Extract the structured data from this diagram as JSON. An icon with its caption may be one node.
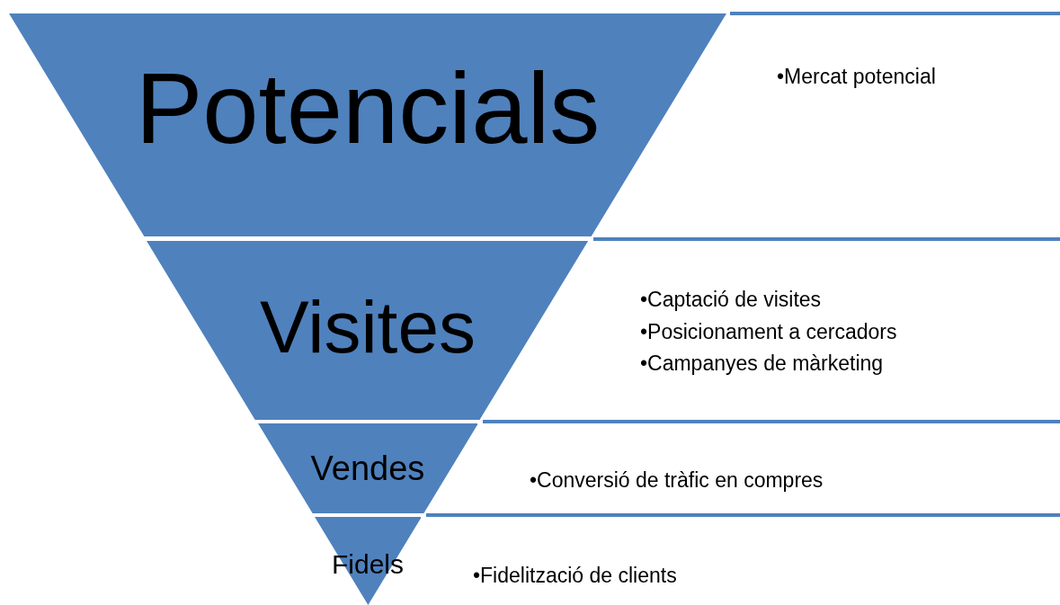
{
  "diagram": {
    "nodes": [
      {
        "text": [
          "Potencials"
        ]
      },
      {
        "text": [
          "Visites"
        ]
      },
      {
        "text": [
          "Vendes"
        ]
      },
      {
        "text": [
          "Fidels"
        ]
      },
      {
        "text": [
          "•Mercat potencial"
        ]
      },
      {
        "text": [
          "•Captació de visites",
          "•Posicionament a cercadors",
          "•Campanyes de màrketing"
        ]
      },
      {
        "text": [
          "•Conversió de tràfic en compres"
        ]
      },
      {
        "text": [
          "•Fidelització de clients"
        ]
      }
    ]
  }
}
